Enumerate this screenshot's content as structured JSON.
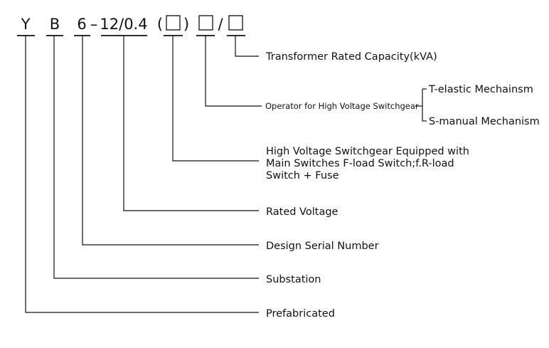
{
  "model_code": {
    "y": "Y",
    "b": "B",
    "six": "6",
    "dash": "–",
    "voltage": "12/0.4",
    "paren_open": "(",
    "paren_close": ")",
    "slash": "/"
  },
  "labels": {
    "capacity": "Transformer Rated Capacity(kVA)",
    "operator": "Operator for High Voltage Switchgear",
    "t_elastic": "T-elastic Mechainsm",
    "s_manual": "S-manual Mechanism",
    "switchgear_line1": "High Voltage Switchgear Equipped with",
    "switchgear_line2": "Main Switches F-load Switch;f.R-load",
    "switchgear_line3": "Switch + Fuse",
    "rated_voltage": "Rated Voltage",
    "design_serial": "Design Serial Number",
    "substation": "Substation",
    "prefabricated": "Prefabricated"
  }
}
